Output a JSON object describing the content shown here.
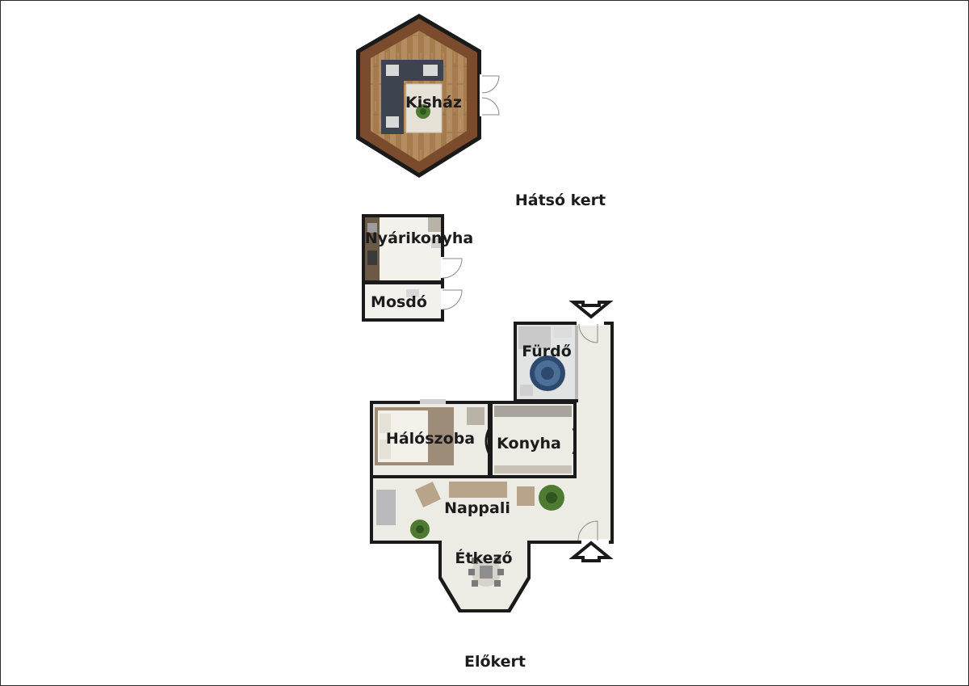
{
  "plan": {
    "rooms": {
      "kishaz": "Kisház",
      "nyarikonyha": "Nyárikonyha",
      "mosdo": "Mosdó",
      "furdo": "Fürdő",
      "haloszoba": "Hálószoba",
      "konyha": "Konyha",
      "nappali": "Nappali",
      "etkezo": "Étkező"
    },
    "gardens": {
      "back": "Hátsó kert",
      "front": "Előkert"
    }
  },
  "colors": {
    "wall": "#1a1a1a",
    "floor": "#ecebe4",
    "wood_floor": "#b08a5e",
    "wood_frame": "#7a4b2c",
    "rug": "#a89580",
    "sofa": "#3e4350",
    "plant": "#4e7a32"
  }
}
